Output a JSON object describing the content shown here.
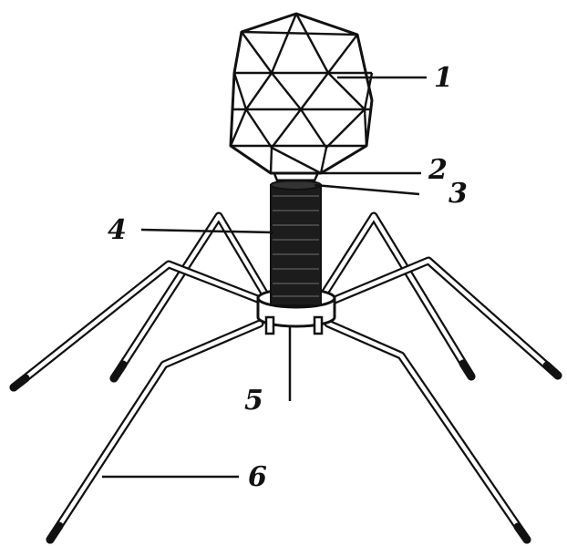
{
  "diagram": {
    "subject": "bacteriophage",
    "labels": [
      {
        "id": "1",
        "text": "1"
      },
      {
        "id": "2",
        "text": "2"
      },
      {
        "id": "3",
        "text": "3"
      },
      {
        "id": "4",
        "text": "4"
      },
      {
        "id": "5",
        "text": "5"
      },
      {
        "id": "6",
        "text": "6"
      }
    ],
    "colors": {
      "ink": "#111111",
      "tail_fill": "#1c1c1c",
      "background": "#ffffff"
    }
  }
}
